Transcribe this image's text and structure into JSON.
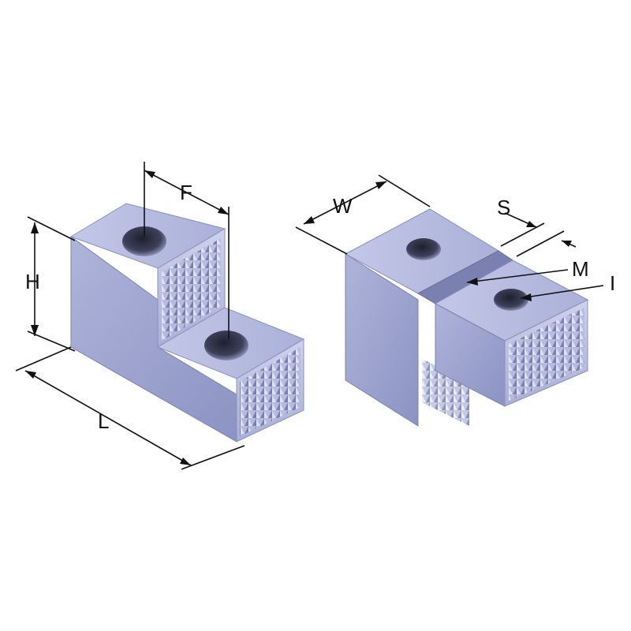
{
  "labels": {
    "F": "F",
    "H": "H",
    "L": "L",
    "W": "W",
    "S": "S",
    "M": "M",
    "I": "I"
  },
  "colors": {
    "metal_top": "#b9bfe0",
    "metal_side": "#9ba2cc",
    "metal_front": "#c7cbe6",
    "metal_dark": "#6f76a6",
    "hole": "#3a3d52",
    "line": "#111111"
  }
}
